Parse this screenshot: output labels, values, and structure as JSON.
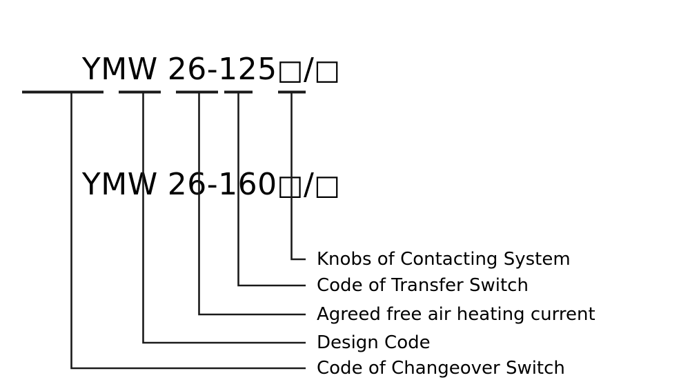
{
  "diagram": {
    "type": "model-designation-breakdown",
    "stroke_color": "#1a1a1a",
    "text_color": "#000000",
    "background_color": "#ffffff",
    "model_lines": [
      {
        "brand": "YMW",
        "space": " ",
        "number": "26-125",
        "box1": "□",
        "slash": "/",
        "box2": "□",
        "full_text": "YMW 26-125□/□"
      },
      {
        "brand": "YMW",
        "space": " ",
        "number": "26-160",
        "box1": "□",
        "slash": "/",
        "box2": "□",
        "full_text": "YMW 26-160□/□"
      }
    ],
    "callouts": [
      {
        "index": 0,
        "label": "Knobs of Contacting System",
        "segment": "box2"
      },
      {
        "index": 1,
        "label": "Code of Transfer Switch",
        "segment": "box1"
      },
      {
        "index": 2,
        "label": "Agreed free air heating current",
        "segment": "125-160"
      },
      {
        "index": 3,
        "label": "Design Code",
        "segment": "26"
      },
      {
        "index": 4,
        "label": "Code of Changeover Switch",
        "segment": "YMW"
      }
    ]
  }
}
